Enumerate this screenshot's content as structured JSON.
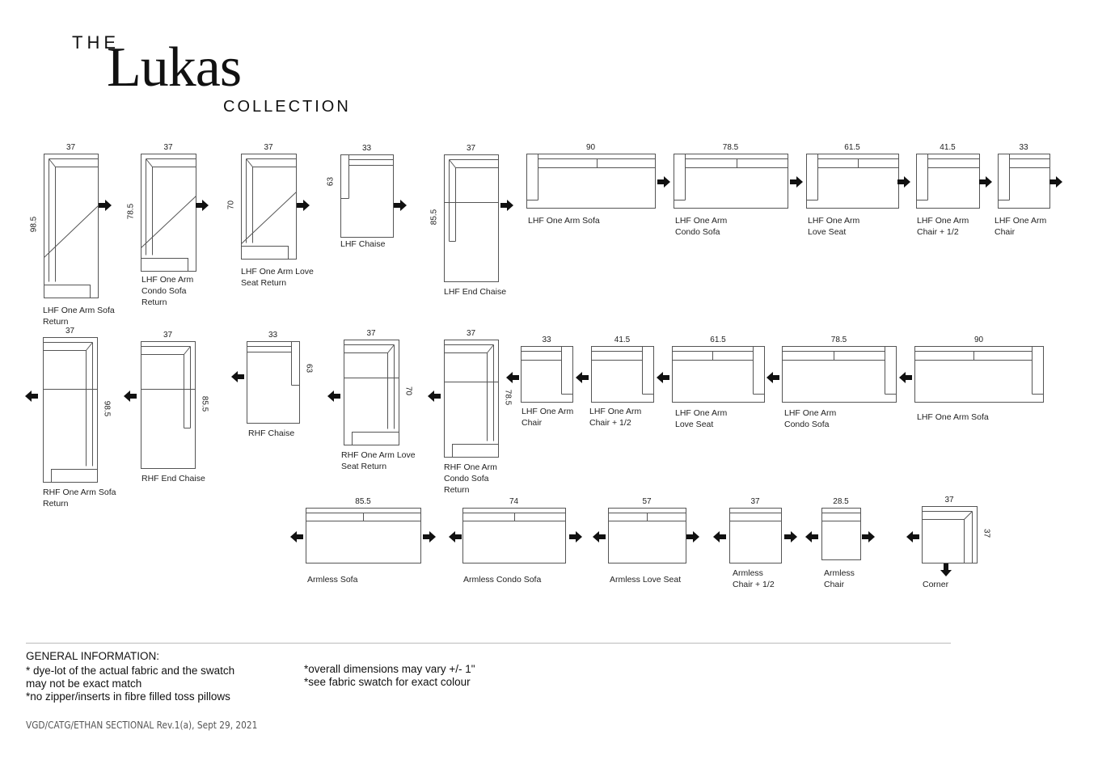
{
  "title": {
    "the": "THE",
    "name": "Lukas",
    "collection": "COLLECTION"
  },
  "items": [
    {
      "name": "LHF One Arm Sofa Return",
      "width": "37",
      "depth": "98.5"
    },
    {
      "name": "LHF One Arm Condo Sofa Return",
      "width": "37",
      "depth": "78.5"
    },
    {
      "name": "LHF One Arm Love Seat Return",
      "width": "37",
      "depth": "70"
    },
    {
      "name": "LHF Chaise",
      "width": "33",
      "depth": "63"
    },
    {
      "name": "LHF End Chaise",
      "width": "37",
      "depth": "85.5"
    },
    {
      "name": "LHF One Arm Sofa",
      "width": "90"
    },
    {
      "name": "LHF One Arm Condo Sofa",
      "width": "78.5"
    },
    {
      "name": "LHF One Arm Love Seat",
      "width": "61.5"
    },
    {
      "name": "LHF One Arm Chair + 1/2",
      "width": "41.5"
    },
    {
      "name": "LHF One Arm Chair",
      "width": "33"
    },
    {
      "name": "RHF One Arm Sofa Return",
      "width": "37",
      "depth": "98.5"
    },
    {
      "name": "RHF End Chaise",
      "width": "37",
      "depth": "85.5"
    },
    {
      "name": "RHF Chaise",
      "width": "33",
      "depth": "63"
    },
    {
      "name": "RHF One Arm Love Seat Return",
      "width": "37",
      "depth": "70"
    },
    {
      "name": "RHF One Arm Condo Sofa Return",
      "width": "37",
      "depth": "78.5"
    },
    {
      "name": "LHF One Arm Chair",
      "width": "33"
    },
    {
      "name": "LHF One Arm Chair + 1/2",
      "width": "41.5"
    },
    {
      "name": "LHF One Arm Love Seat",
      "width": "61.5"
    },
    {
      "name": "LHF One Arm Condo Sofa",
      "width": "78.5"
    },
    {
      "name": "LHF One Arm Sofa",
      "width": "90"
    },
    {
      "name": "Armless Sofa",
      "width": "85.5"
    },
    {
      "name": "Armless Condo Sofa",
      "width": "74"
    },
    {
      "name": "Armless Love Seat",
      "width": "57"
    },
    {
      "name": "Armless Chair + 1/2",
      "width": "37"
    },
    {
      "name": "Armless Chair",
      "width": "28.5"
    },
    {
      "name": "Corner",
      "width": "37",
      "depth": "37"
    }
  ],
  "general": {
    "heading": "GENERAL INFORMATION:",
    "left_notes": [
      "* dye-lot of the actual fabric and the swatch",
      "may not be exact match",
      "*no zipper/inserts in fibre filled toss pillows"
    ],
    "right_notes": [
      "*overall dimensions may vary +/- 1\"",
      "*see fabric swatch for exact colour"
    ]
  },
  "footer": "VGD/CATG/ETHAN SECTIONAL Rev.1(a), Sept 29, 2021"
}
